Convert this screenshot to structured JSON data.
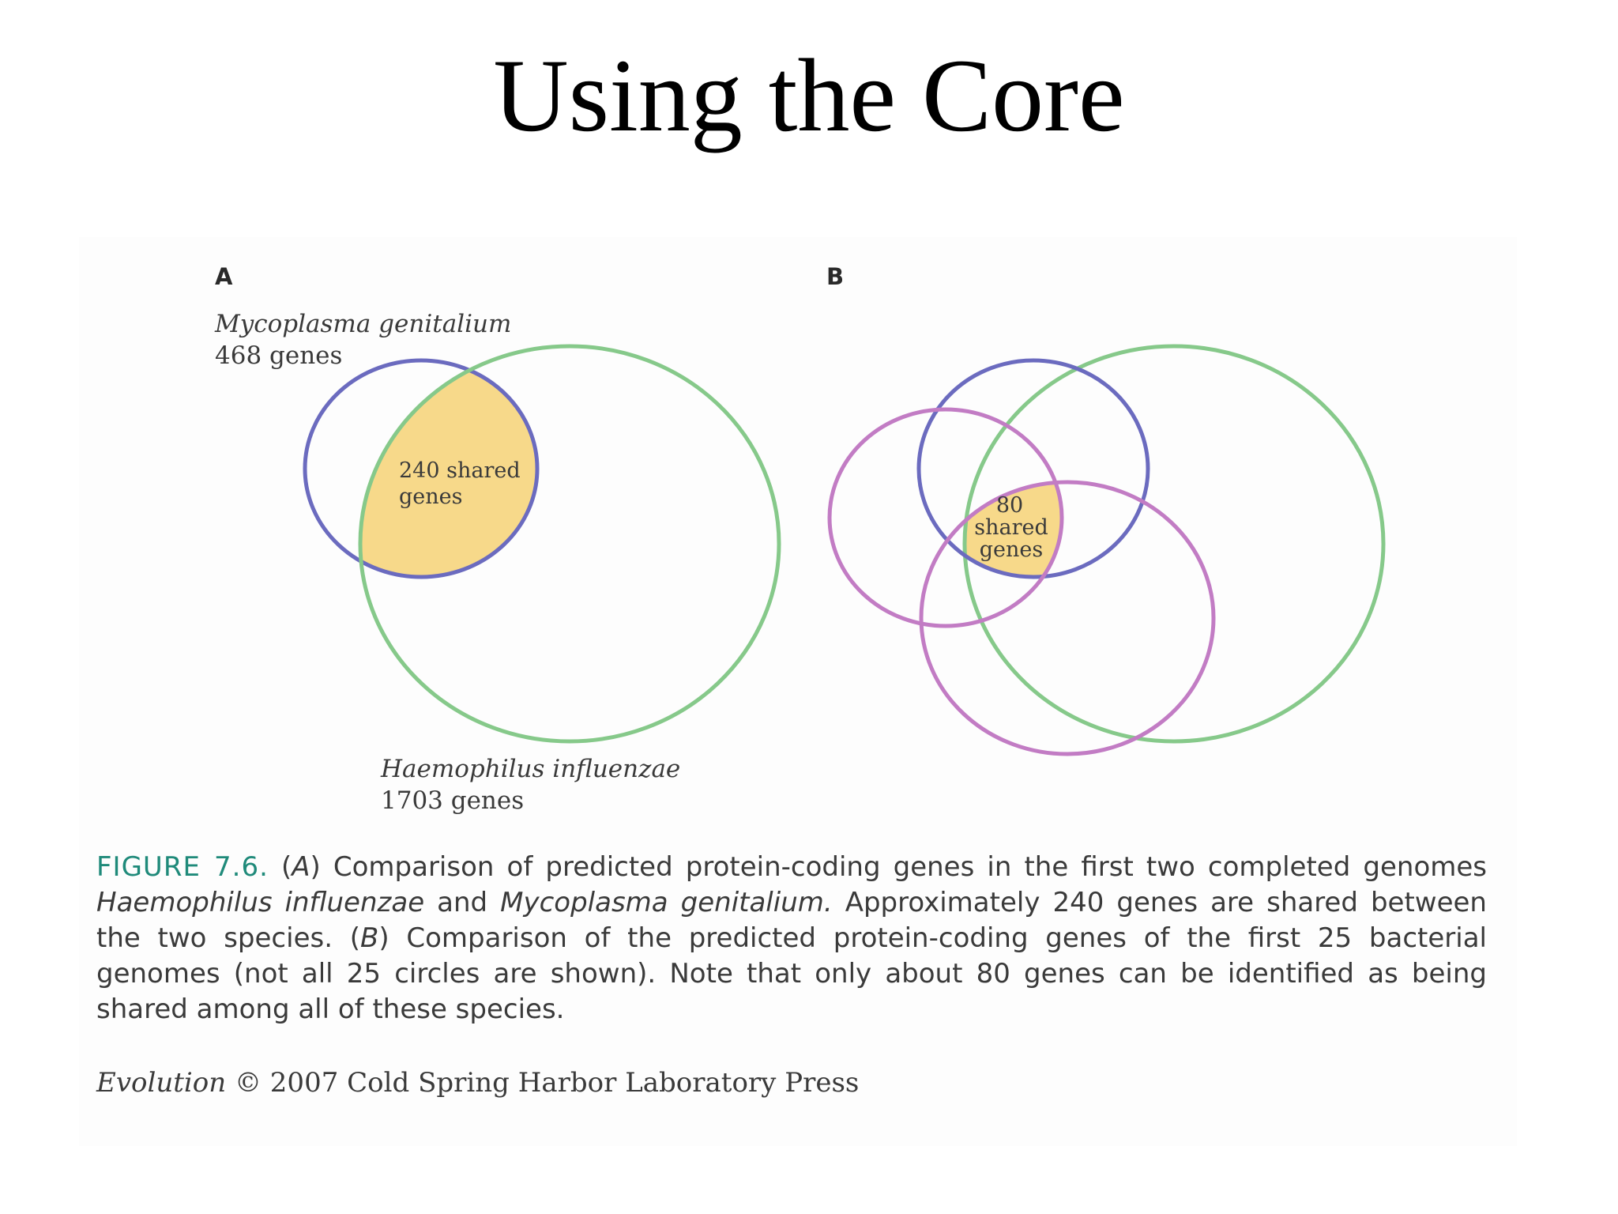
{
  "slide": {
    "title": "Using the Core"
  },
  "panel_a": {
    "letter": "A",
    "species_small": {
      "name": "Mycoplasma genitalium",
      "count": "468 genes"
    },
    "species_large": {
      "name": "Haemophilus influenzae",
      "count": "1703 genes"
    },
    "shared_line1": "240 shared",
    "shared_line2": "genes"
  },
  "panel_b": {
    "letter": "B",
    "shared_line1": "80",
    "shared_line2": "shared",
    "shared_line3": "genes"
  },
  "colors": {
    "blue_circle": "#6b6bbf",
    "green_circle": "#86c98a",
    "purple_circle": "#c27cc4",
    "shared_fill": "#f7d98a",
    "caption_label": "#1f8a7a"
  },
  "caption": {
    "label": "FIGURE 7.6.",
    "a_open": "(",
    "a_letter": "A",
    "a_close": ")",
    "part1": " Comparison of predicted protein-coding genes in the first two completed genomes ",
    "species1": "Haemophilus influenzae",
    "and": " and ",
    "species2": "Mycoplasma genitalium.",
    "part2": " Approximately 240 genes are shared between the two species. ",
    "b_open": "(",
    "b_letter": "B",
    "b_close": ")",
    "part3": " Comparison of the predicted protein-coding genes of the first 25 bacterial genomes (not all 25 circles are shown). Note that only about 80 genes can be identified as being shared among all of these species."
  },
  "credit": {
    "book": "Evolution",
    "text": " © 2007 Cold Spring Harbor Laboratory Press"
  }
}
